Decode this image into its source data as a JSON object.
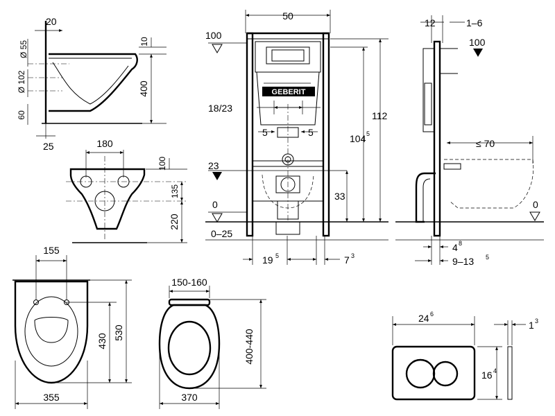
{
  "brand": {
    "logo_text": "GEBERIT"
  },
  "side_view": {
    "d_top": "20",
    "d_55": "Ø 55",
    "d_102": "Ø 102",
    "d_60": "60",
    "d_25": "25",
    "d_10": "10",
    "d_400": "400"
  },
  "front_view": {
    "d_180": "180",
    "d_100": "100",
    "d_135": "135",
    "d_220": "220"
  },
  "frame": {
    "width": "50",
    "level_top": "100",
    "d_18_23": "18/23",
    "d_5_left": "5",
    "d_5_right": "5",
    "level_23": "23",
    "level_0": "0",
    "range_0_25": "0–25",
    "h_112": "112",
    "h_104_base": "104",
    "h_104_sup": "5",
    "h_33": "33",
    "d_19_base": "19",
    "d_19_sup": "5",
    "d_7_base": "7",
    "d_7_sup": "3"
  },
  "side_frame": {
    "d_12": "12",
    "d_1_6": "1–6",
    "level_100": "100",
    "reach": "≤ 70",
    "level_0": "0",
    "d_4_base": "4",
    "d_4_sup": "8",
    "d_9_base": "9–13",
    "d_9_sup": "5"
  },
  "bowl_top": {
    "d_155": "155",
    "d_430": "430",
    "d_530": "530",
    "d_355": "355"
  },
  "seat": {
    "d_150_160": "150-160",
    "d_400_440": "400-440",
    "d_370": "370"
  },
  "flush_plate": {
    "w_base": "24",
    "w_sup": "6",
    "h_base": "16",
    "h_sup": "4",
    "t_base": "1",
    "t_sup": "3"
  }
}
